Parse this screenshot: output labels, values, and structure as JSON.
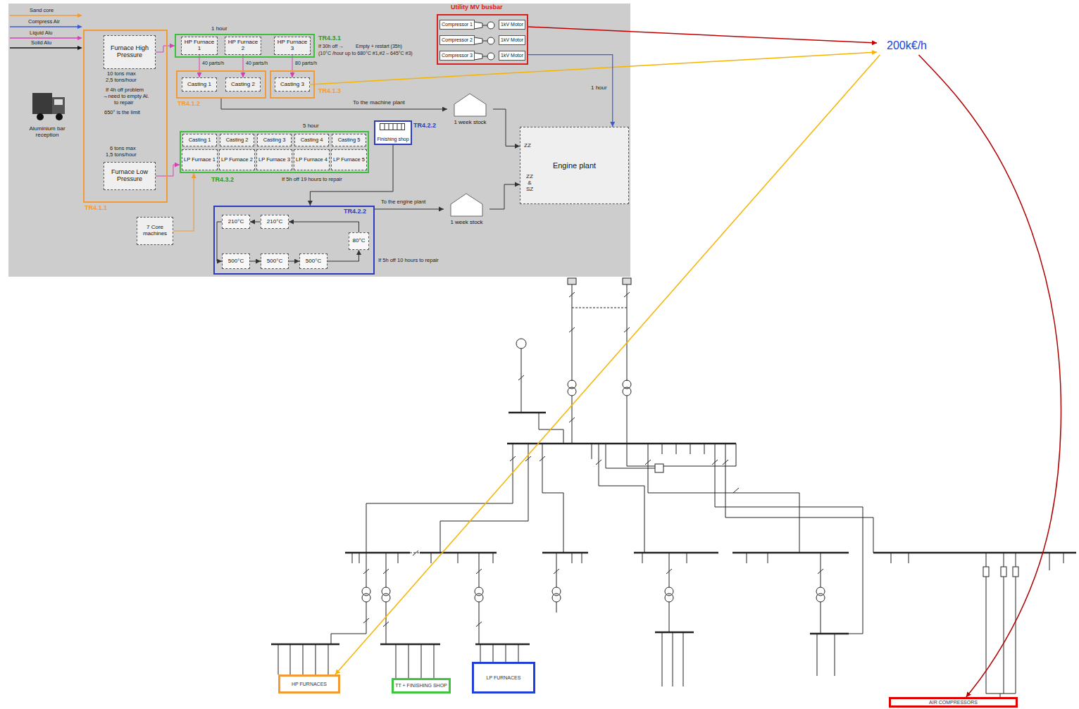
{
  "diagram": {
    "nodes": [
      {
        "text": [
          "Utility MV busbar"
        ]
      },
      {
        "text": [
          "Compressor 1",
          "1kV Motor"
        ],
        "in": 0
      },
      {
        "text": [
          "Compressor 2",
          "1kV Motor"
        ],
        "in": 0
      },
      {
        "text": [
          "Compressor 3",
          "1kV Motor"
        ],
        "in": 0
      },
      {
        "text": [
          "TR4.1.1"
        ]
      },
      {
        "text": [
          "Furnace High Pressure"
        ],
        "in": 4
      },
      {
        "text": [
          "Furnace Low Pressure"
        ],
        "in": 4
      },
      {
        "text": [
          "TR4.3.1"
        ]
      },
      {
        "text": [
          "HP Furnace 1"
        ],
        "in": 7
      },
      {
        "text": [
          "HP Furnace 2"
        ],
        "in": 7
      },
      {
        "text": [
          "HP Furnace 3"
        ],
        "in": 7
      },
      {
        "text": [
          "TR4.1.2"
        ]
      },
      {
        "text": [
          "Casting 1"
        ],
        "in": 11
      },
      {
        "text": [
          "Casting 2"
        ],
        "in": 11
      },
      {
        "text": [
          "TR4.1.3"
        ]
      },
      {
        "text": [
          "Casting 3"
        ],
        "in": 14
      },
      {
        "text": [
          "1 week stock"
        ]
      },
      {
        "text": [
          "Engine plant"
        ]
      },
      {
        "text": [
          "TR4.3.2"
        ]
      },
      {
        "text": [
          "Casting 1"
        ],
        "in": 18
      },
      {
        "text": [
          "Casting 2"
        ],
        "in": 18
      },
      {
        "text": [
          "Casting 3"
        ],
        "in": 18
      },
      {
        "text": [
          "Casting 4"
        ],
        "in": 18
      },
      {
        "text": [
          "Casting 5"
        ],
        "in": 18
      },
      {
        "text": [
          "LP Furnace 1"
        ],
        "in": 18
      },
      {
        "text": [
          "LP Furnace 2"
        ],
        "in": 18
      },
      {
        "text": [
          "LP Furnace 3"
        ],
        "in": 18
      },
      {
        "text": [
          "LP Furnace 4"
        ],
        "in": 18
      },
      {
        "text": [
          "LP Furnace 5"
        ],
        "in": 18
      },
      {
        "text": [
          "Finishing shop",
          "TR4.2.2"
        ]
      },
      {
        "text": [
          "1 week stock"
        ]
      },
      {
        "text": [
          "TR4.2.2"
        ]
      },
      {
        "text": [
          "210°C"
        ],
        "in": 31
      },
      {
        "text": [
          "210°C"
        ],
        "in": 31
      },
      {
        "text": [
          "80°C"
        ],
        "in": 31
      },
      {
        "text": [
          "500°C"
        ],
        "in": 31
      },
      {
        "text": [
          "500°C"
        ],
        "in": 31
      },
      {
        "text": [
          "500°C"
        ],
        "in": 31
      },
      {
        "text": [
          "7 Core machines"
        ]
      },
      {
        "text": [
          "200k€/h"
        ]
      },
      {
        "text": [
          "HP FURNACES"
        ]
      },
      {
        "text": [
          "TT + FINISHING SHOP"
        ]
      },
      {
        "text": [
          "LP FURNACES"
        ]
      },
      {
        "text": [
          "AIR COMPRESSORS"
        ]
      }
    ],
    "edges": [
      {
        "from": 0,
        "to": 39,
        "arrow": "to"
      },
      {
        "from": 15,
        "to": 39,
        "arrow": "to"
      },
      {
        "from": 39,
        "to": 40,
        "arrow": "to"
      },
      {
        "from": 39,
        "to": 43,
        "arrow": "to"
      },
      {
        "from": 8,
        "to": 12,
        "arrow": "to"
      },
      {
        "from": 9,
        "to": 13,
        "arrow": "to"
      },
      {
        "from": 10,
        "to": 15,
        "arrow": "to"
      },
      {
        "from": 5,
        "to": 7,
        "arrow": "to"
      },
      {
        "from": 6,
        "to": 18,
        "arrow": "to"
      },
      {
        "from": 11,
        "to": 16,
        "label": "To the machine plant",
        "arrow": "to"
      },
      {
        "from": 16,
        "to": 17,
        "arrow": "to"
      },
      {
        "from": 31,
        "to": 30,
        "label": "To the engine plant",
        "arrow": "to"
      },
      {
        "from": 30,
        "to": 17,
        "arrow": "to"
      },
      {
        "from": 38,
        "to": 18,
        "arrow": "to"
      },
      {
        "from": 0,
        "to": 17,
        "label": "1 hour",
        "arrow": "to"
      },
      {
        "from": 29,
        "to": 31,
        "arrow": "to"
      },
      {
        "from": 33,
        "to": 32,
        "arrow": "to"
      },
      {
        "from": 32,
        "to": 35,
        "arrow": "to"
      },
      {
        "from": 35,
        "to": 36,
        "arrow": "to"
      },
      {
        "from": 36,
        "to": 37,
        "arrow": "to"
      },
      {
        "from": 37,
        "to": 34,
        "arrow": "to"
      },
      {
        "from": 34,
        "to": 33,
        "arrow": "to"
      }
    ],
    "labels": [
      "1 hour",
      "10 tons max",
      "2,5 tons/hour",
      "If 4h off problem",
      "→need to empty Al.",
      "to repair",
      "650° is the limit",
      "6 tons max",
      "1,5 tons/hour",
      "If 30h off →",
      "Empty + restart (35h)",
      "(10°C /hour up to 680°C #1,#2 – 645°C #3)",
      "40 parts/h",
      "40 parts/h",
      "80 parts/h",
      "5 hour",
      "If 5h off 19 hours to repair",
      "If 5h off 10 hours to repair",
      "ZZ",
      "ZZ & SZ",
      "Aluminium bar reception"
    ],
    "legend": [
      {
        "text": "Sand core"
      },
      {
        "text": "Compress Air"
      },
      {
        "text": "Liquid Alu"
      },
      {
        "text": "Solid Alu"
      }
    ]
  }
}
